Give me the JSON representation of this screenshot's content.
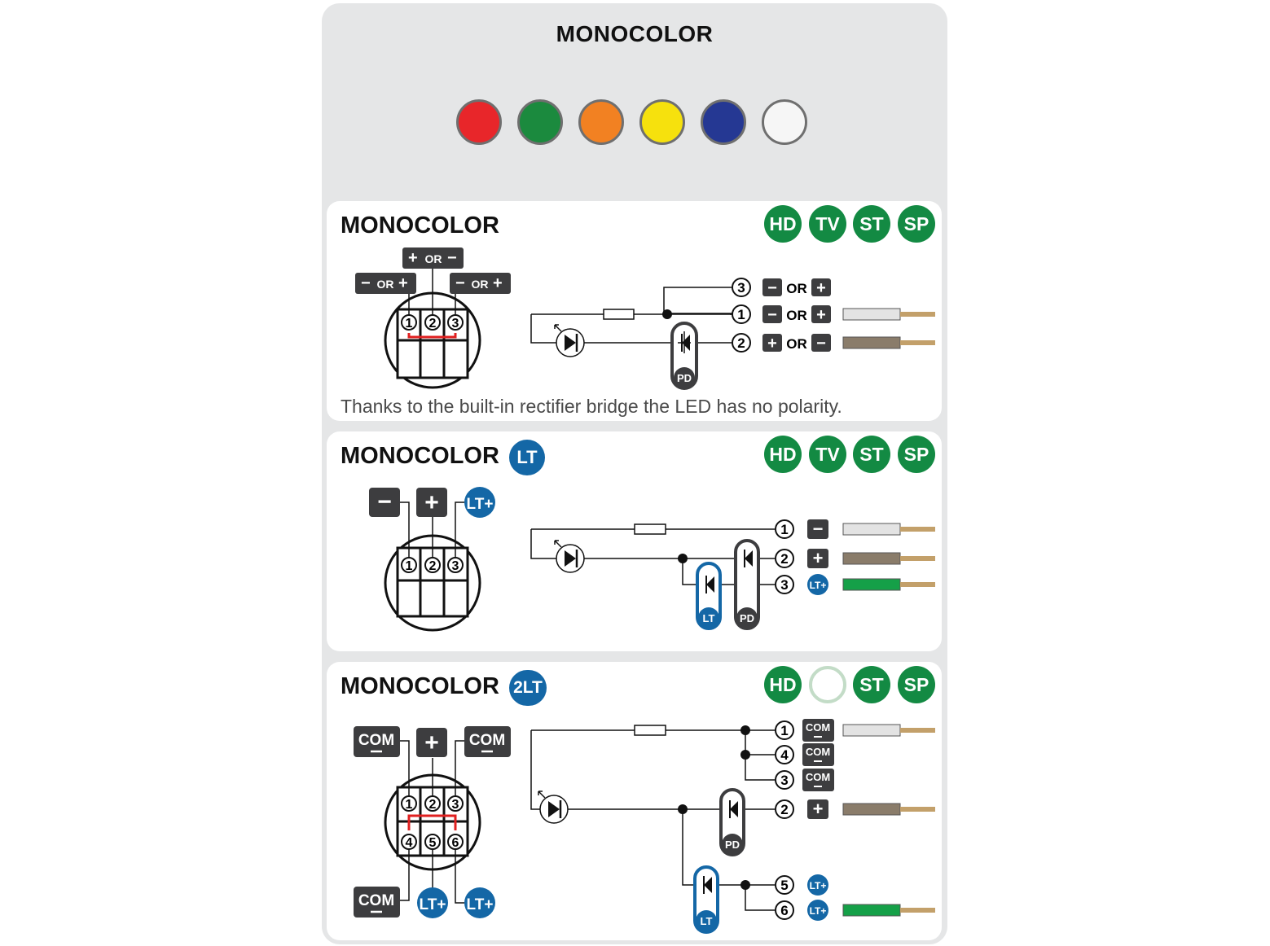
{
  "header": {
    "title": "MONOCOLOR",
    "swatches": [
      {
        "name": "red",
        "color": "#e8262a"
      },
      {
        "name": "green",
        "color": "#1b8a3e"
      },
      {
        "name": "orange",
        "color": "#f28122"
      },
      {
        "name": "yellow",
        "color": "#f6e10d"
      },
      {
        "name": "blue",
        "color": "#253893"
      },
      {
        "name": "white",
        "color": "#f6f6f6"
      }
    ]
  },
  "certifications": {
    "hd": "HD",
    "tv": "TV",
    "st": "ST",
    "sp": "SP",
    "color": "#138a43"
  },
  "panels": [
    {
      "title": "MONOCOLOR",
      "note": "Thanks to the built-in rectifier bridge the LED has no polarity.",
      "connector_labels": {
        "left": "OR",
        "top": "OR",
        "right": "OR"
      },
      "pins": [
        "1",
        "2",
        "3"
      ],
      "terminals": [
        {
          "pin": "3",
          "or": "OR"
        },
        {
          "pin": "1",
          "or": "OR"
        },
        {
          "pin": "2",
          "or": "OR"
        }
      ],
      "component": "PD"
    },
    {
      "title": "MONOCOLOR",
      "badge": "LT",
      "connector_labels": {
        "lt": "LT+"
      },
      "pins": [
        "1",
        "2",
        "3"
      ],
      "terminals": [
        {
          "pin": "1"
        },
        {
          "pin": "2"
        },
        {
          "pin": "3",
          "label": "LT+"
        }
      ],
      "components": [
        "LT",
        "PD"
      ]
    },
    {
      "title": "MONOCOLOR",
      "badge": "2LT",
      "connector_labels": {
        "com": "COM",
        "lt": "LT+"
      },
      "pins": [
        "1",
        "2",
        "3",
        "4",
        "5",
        "6"
      ],
      "terminals": [
        {
          "pin": "1",
          "label": "COM"
        },
        {
          "pin": "4",
          "label": "COM"
        },
        {
          "pin": "3",
          "label": "COM"
        },
        {
          "pin": "2"
        },
        {
          "pin": "5",
          "label": "LT+"
        },
        {
          "pin": "6",
          "label": "LT+"
        }
      ],
      "components": [
        "PD",
        "LT"
      ]
    }
  ],
  "colors": {
    "key_dark": "#3d3d3f",
    "lt_blue": "#1467a6",
    "wire_white": "#e3e3e3",
    "wire_brown": "#8a7c6a",
    "wire_green": "#15a048",
    "wire_tip": "#c3a06a",
    "bridge_red": "#e02020"
  }
}
